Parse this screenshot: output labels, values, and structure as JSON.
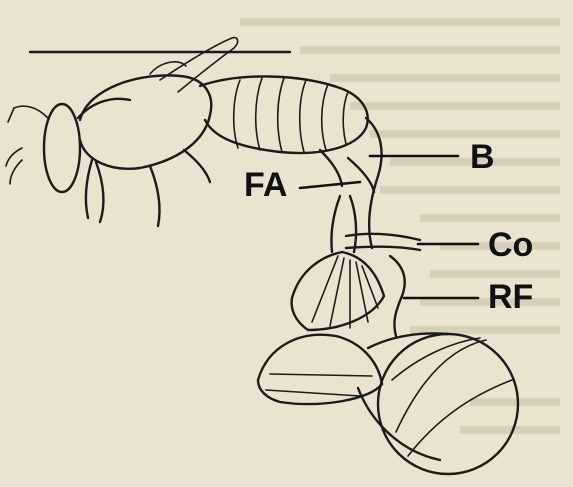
{
  "labels": {
    "B": "B",
    "FA": "FA",
    "Co": "Co",
    "RF": "RF"
  },
  "colors": {
    "paper": "#ebe3cf",
    "ink": "#1b1b1b",
    "bleed_through": "#c9bfa9"
  },
  "icons": [
    "insect-drawing",
    "flower-drawing"
  ]
}
